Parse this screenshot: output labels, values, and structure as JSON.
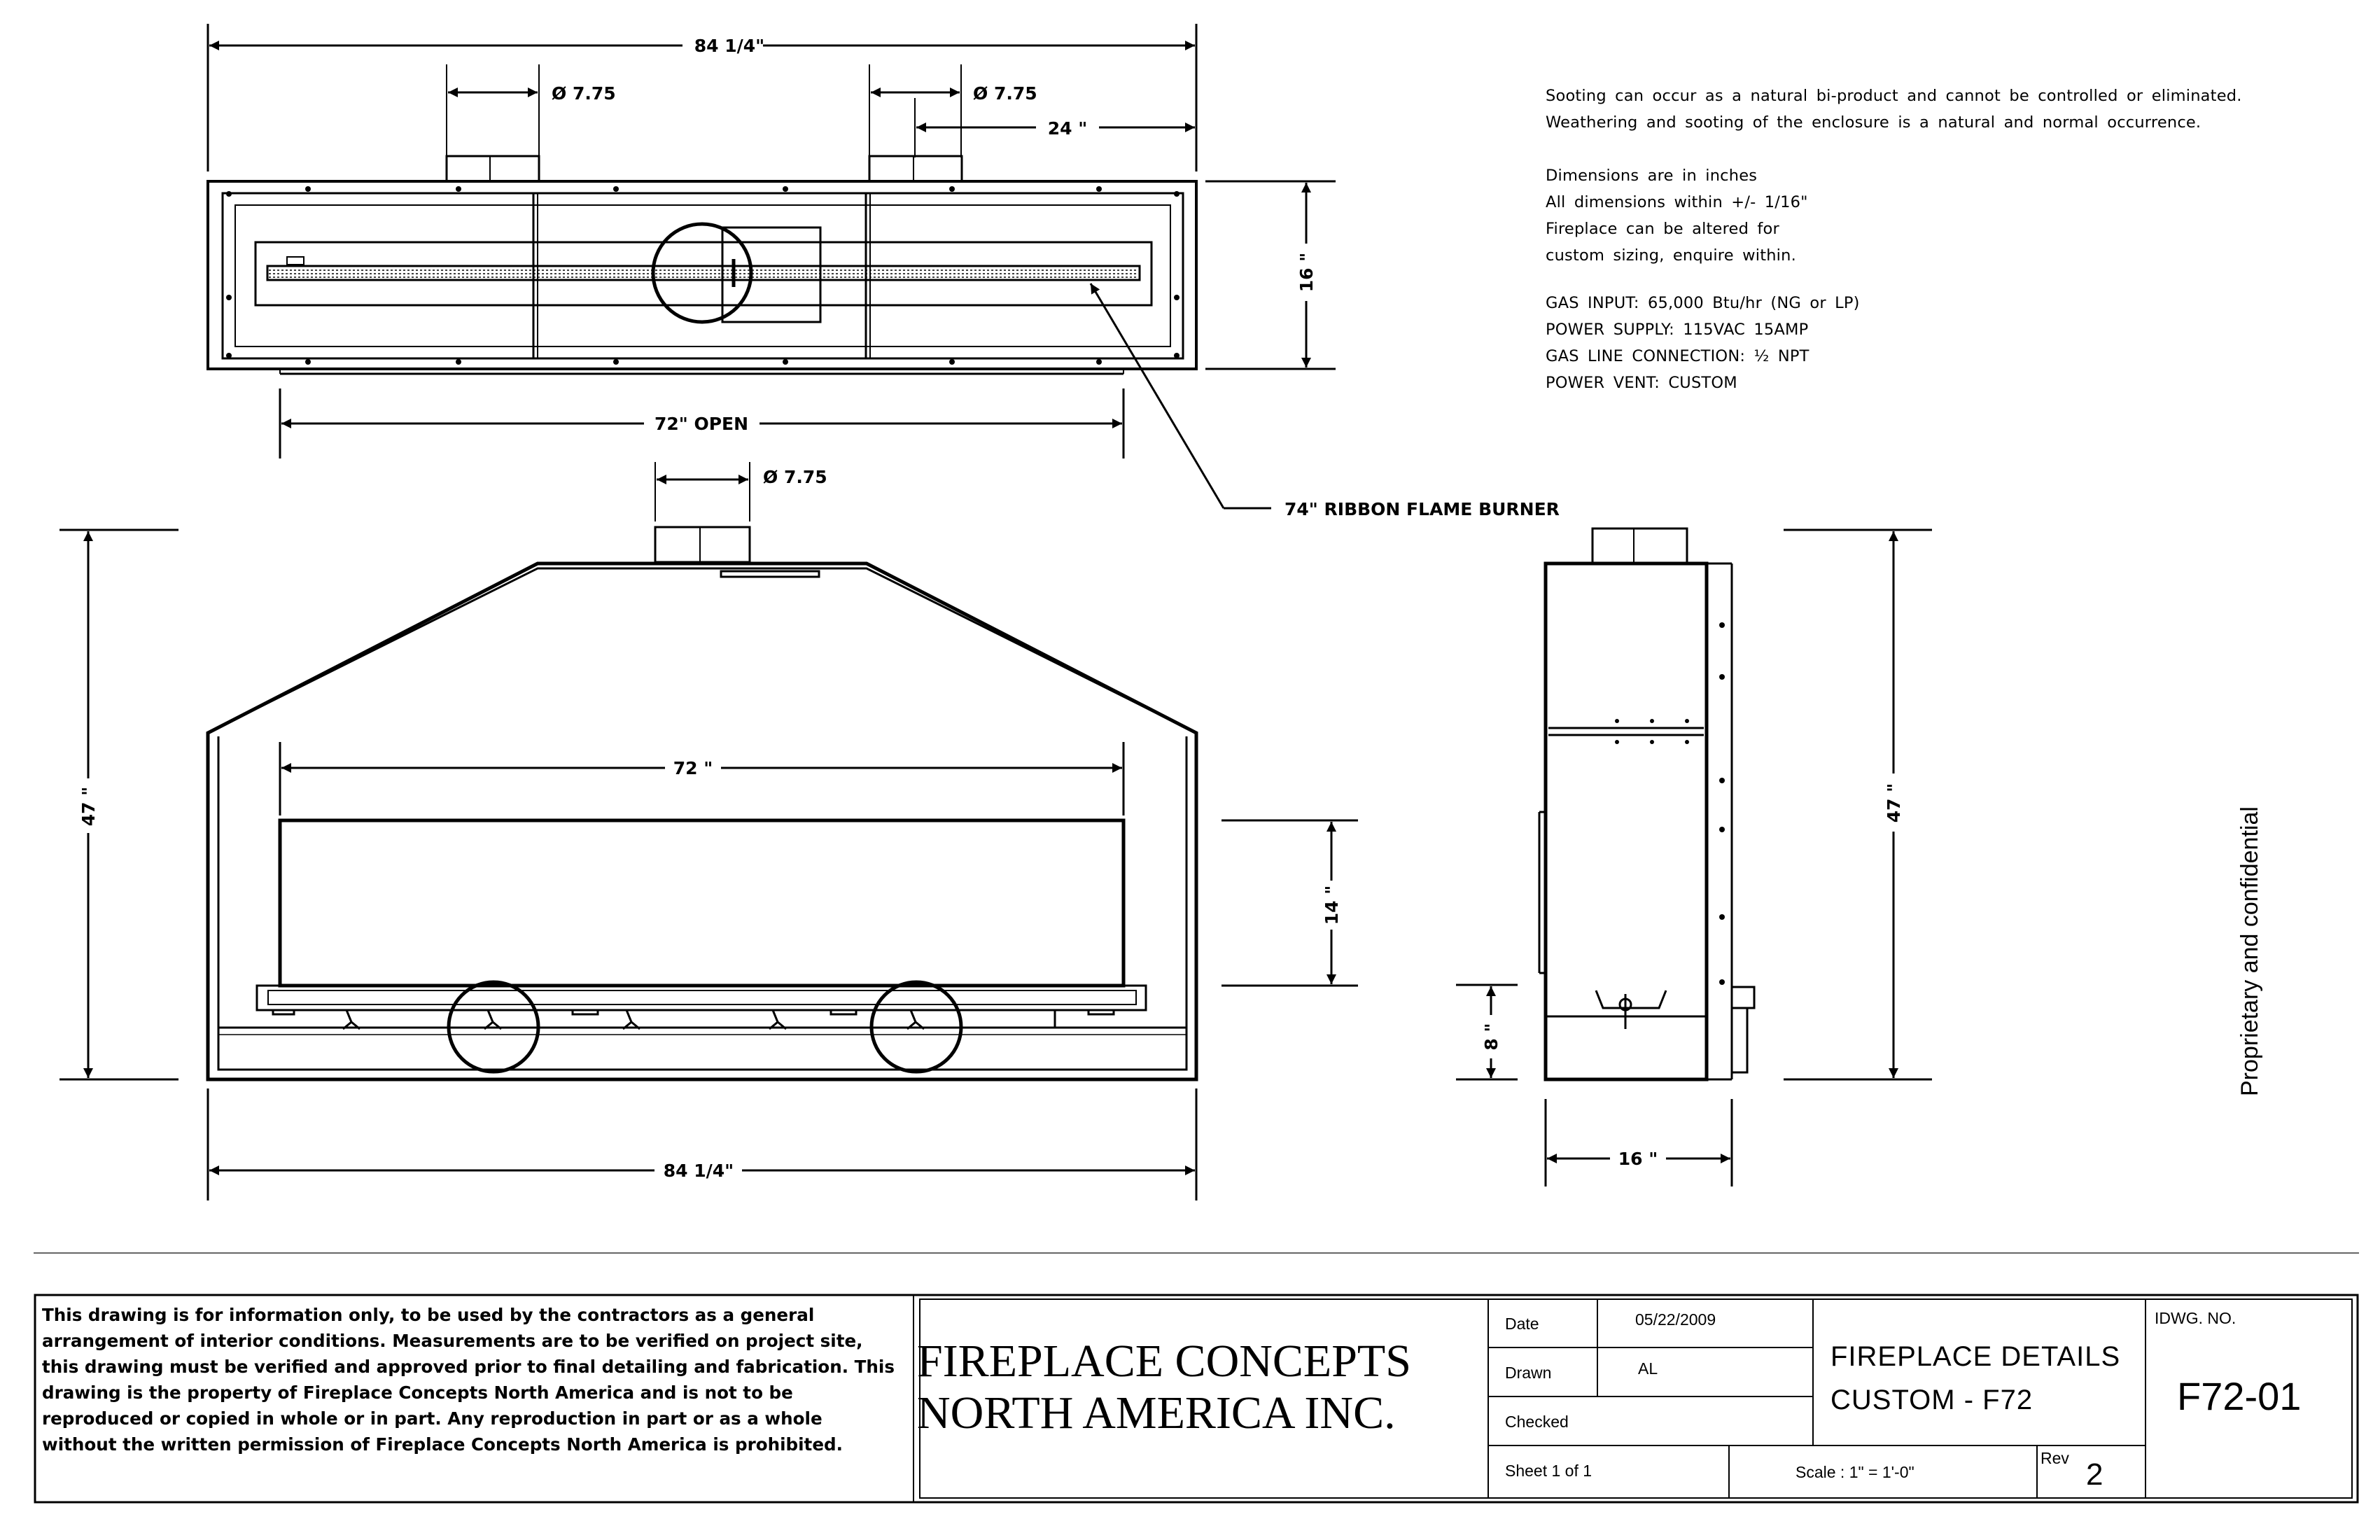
{
  "dimensions": {
    "overall_width_top": "84  1/4\"",
    "flue_left": "Ø 7.75",
    "flue_right": "Ø 7.75",
    "flue_offset": "24 \"",
    "depth_top": "16 \"",
    "open_width": "72\" OPEN",
    "flue_front": "Ø 7.75",
    "burner_label": "74\" RIBBON FLAME BURNER",
    "height_front": "47 \"",
    "opening_width": "72 \"",
    "opening_height": "14 \"",
    "overall_width_bottom": "84  1/4\"",
    "height_side": "47 \"",
    "base_height": "8 \"",
    "depth_side": "16 \""
  },
  "notes": {
    "sooting_1": "Sooting can occur as a natural bi-product and cannot be controlled or eliminated.",
    "sooting_2": "Weathering and sooting of the enclosure is a natural and normal occurrence.",
    "dims_1": "Dimensions are in inches",
    "dims_2": "All dimensions within +/- 1/16\"",
    "dims_3": "Fireplace can be altered for",
    "dims_4": "custom sizing, enquire within.",
    "gas_input": "GAS INPUT: 65,000 Btu/hr (NG or LP)",
    "power_supply": "POWER SUPPLY: 115VAC 15AMP",
    "gas_line": "GAS LINE CONNECTION: ½ NPT",
    "power_vent": "POWER VENT: CUSTOM"
  },
  "side_note": "Proprietary and confidential",
  "title_block": {
    "disclaimer": "This drawing is for information only, to be used by the contractors as a general arrangement of interior conditions. Measurements are to be verified on project site, this drawing must be verified and approved prior to final detailing and fabrication. This drawing is the property of Fireplace Concepts North America and is not to be reproduced or copied in whole or in part. Any reproduction in part or as a whole without the written permission of Fireplace Concepts North America is prohibited.",
    "company_line1": "FIREPLACE CONCEPTS",
    "company_line2": "NORTH AMERICA INC.",
    "date_label": "Date",
    "date_value": "05/22/2009",
    "drawn_label": "Drawn",
    "drawn_value": "AL",
    "checked_label": "Checked",
    "sheet_label": "Sheet  1  of  1",
    "scale_label": "Scale  :  1\"  =  1'-0\"",
    "rev_label": "Rev",
    "rev_value": "2",
    "title_line1": "FIREPLACE  DETAILS",
    "title_line2": "CUSTOM  -  F72",
    "dwg_label": "IDWG.  NO.",
    "dwg_value": "F72-01"
  }
}
